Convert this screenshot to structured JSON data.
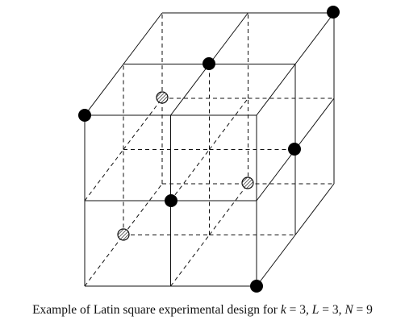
{
  "caption": {
    "prefix": "Example of Latin square experimental design for ",
    "k_var": "k",
    "k_val": " = 3, ",
    "L_var": "L",
    "L_val": " = 3, ",
    "N_var": "N",
    "N_val": " = 9"
  },
  "diagram": {
    "type": "3x3x3 cube lattice",
    "divisions": 3,
    "solid_points": 6,
    "hatched_points": 3,
    "line_color": "#111111",
    "point_color": "#000000"
  }
}
